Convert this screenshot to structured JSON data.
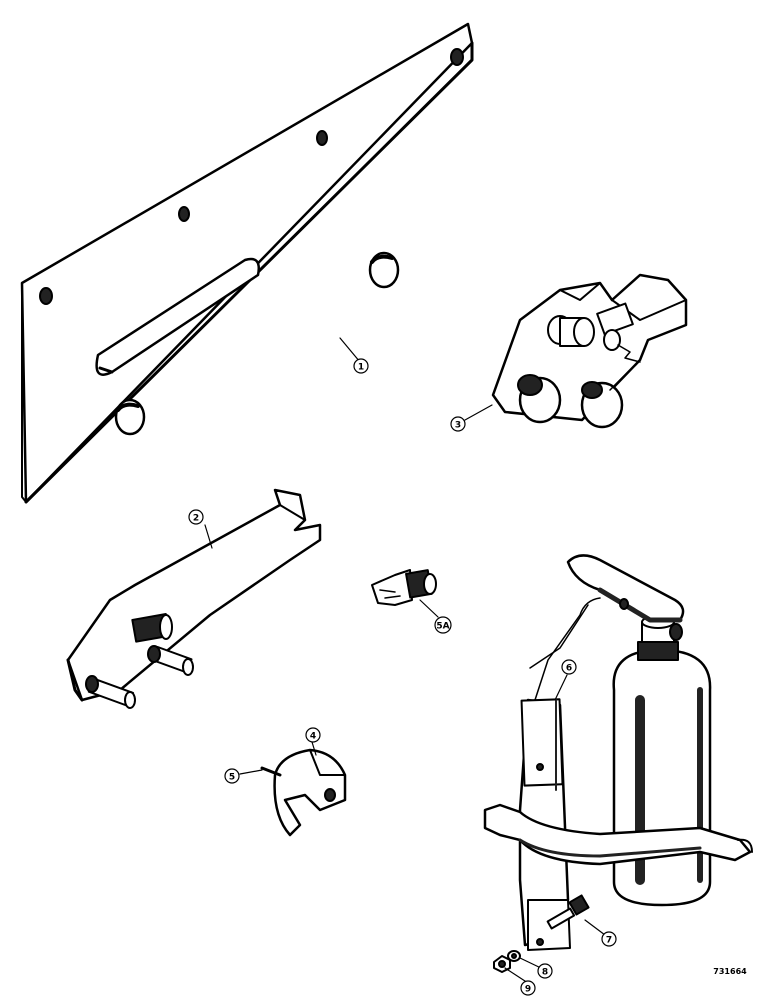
{
  "callouts": [
    {
      "id": "1",
      "label": "1"
    },
    {
      "id": "2",
      "label": "2"
    },
    {
      "id": "3",
      "label": "3"
    },
    {
      "id": "4",
      "label": "4"
    },
    {
      "id": "5",
      "label": "5"
    },
    {
      "id": "5A",
      "label": "5A"
    },
    {
      "id": "6",
      "label": "6"
    },
    {
      "id": "7",
      "label": "7"
    },
    {
      "id": "8",
      "label": "8"
    },
    {
      "id": "9",
      "label": "9"
    }
  ],
  "drawing_code": "731664"
}
